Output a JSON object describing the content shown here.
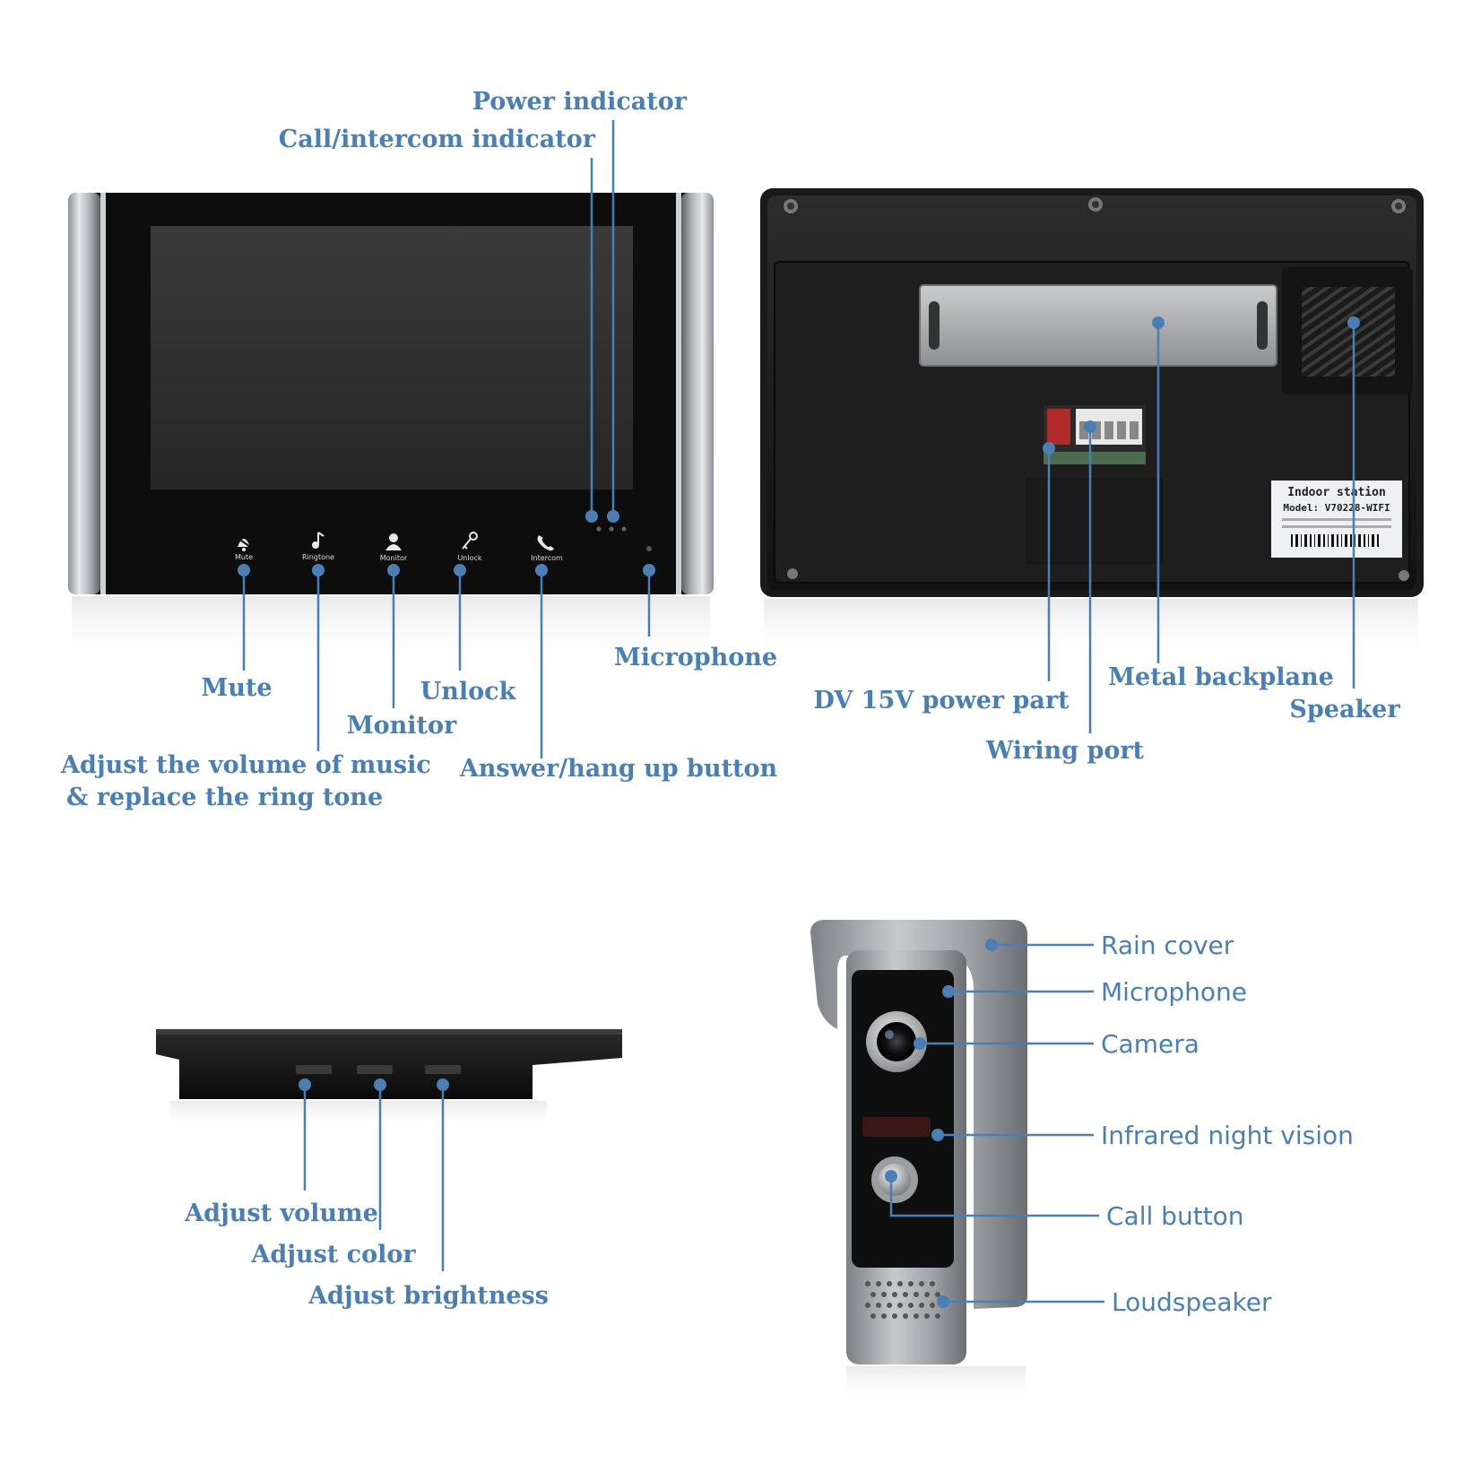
{
  "colors": {
    "accent": "#4a7fb5",
    "device_black": "#0d0d0d",
    "silver": "#b9bdc2"
  },
  "front_monitor": {
    "buttons": [
      {
        "icon": "bell-mute-icon",
        "label": "Mute"
      },
      {
        "icon": "music-note-icon",
        "label": "Ringtone"
      },
      {
        "icon": "person-icon",
        "label": "Monitor"
      },
      {
        "icon": "key-icon",
        "label": "Unlock"
      },
      {
        "icon": "phone-icon",
        "label": "Intercom"
      }
    ],
    "callouts": {
      "power_indicator": "Power indicator",
      "call_indicator": "Call/intercom indicator",
      "mute": "Mute",
      "ringtone_line1": "Adjust the volume of music",
      "ringtone_line2": "& replace the ring tone",
      "monitor": "Monitor",
      "unlock": "Unlock",
      "intercom": "Answer/hang up button",
      "microphone": "Microphone"
    }
  },
  "back_monitor": {
    "sticker": {
      "line1": "Indoor station",
      "line2": "Model: V70228-WIFI"
    },
    "callouts": {
      "power": "DV 15V power part",
      "wiring": "Wiring port",
      "backplane": "Metal backplane",
      "speaker": "Speaker"
    }
  },
  "side_monitor": {
    "callouts": {
      "volume": "Adjust volume",
      "color": "Adjust color",
      "brightness": "Adjust brightness"
    }
  },
  "door_camera": {
    "callouts": {
      "rain_cover": "Rain cover",
      "microphone": "Microphone",
      "camera": "Camera",
      "infrared": "Infrared night vision",
      "call_button": "Call button",
      "loudspeaker": "Loudspeaker"
    }
  }
}
